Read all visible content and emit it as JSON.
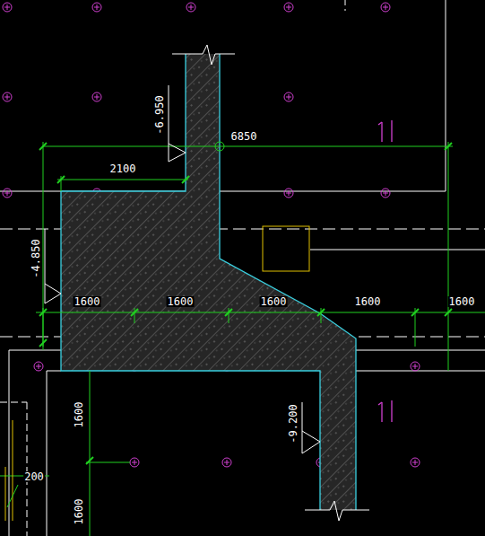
{
  "diagram": {
    "labels": [
      "-6.950",
      "6850",
      "2100",
      "-4.850",
      "1600",
      "1600",
      "1600",
      "1600",
      "1600",
      "-9.200",
      "1600",
      "1600",
      "200"
    ]
  }
}
